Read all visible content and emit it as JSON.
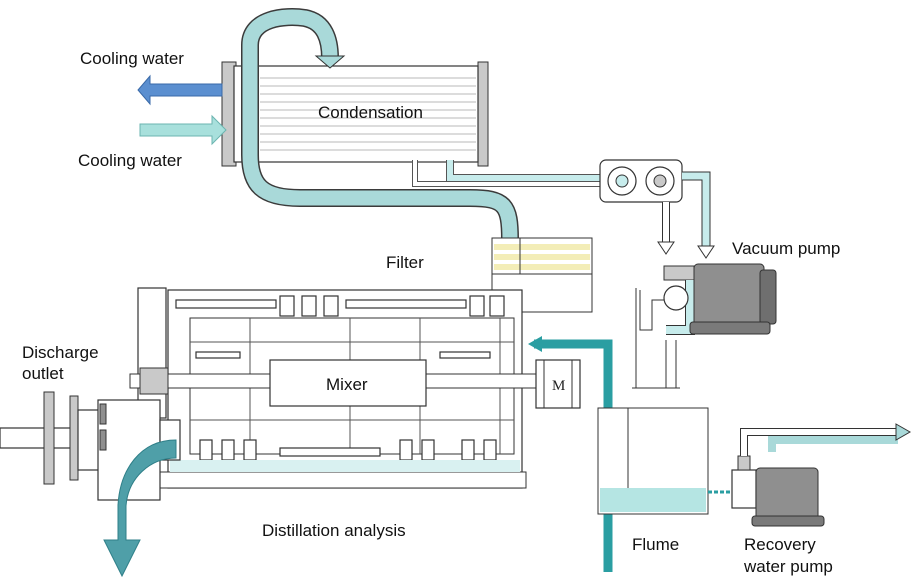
{
  "labels": {
    "cooling_water_out": "Cooling water",
    "cooling_water_in": "Cooling water",
    "condensation": "Condensation",
    "filter": "Filter",
    "vacuum_pump": "Vacuum pump",
    "discharge_outlet_line1": "Discharge",
    "discharge_outlet_line2": "outlet",
    "mixer": "Mixer",
    "motor": "M",
    "distillation_analysis": "Distillation analysis",
    "flume": "Flume",
    "recovery_pump_line1": "Recovery",
    "recovery_pump_line2": "water pump"
  },
  "colors": {
    "cooling_out_arrow": "#5b8fd0",
    "cooling_in_arrow": "#a8e0dc",
    "vapor_pipe": "#a9d9d9",
    "teal_pipe": "#2a9ea2",
    "discharge_arrow": "#4f9fa8",
    "equipment_outline": "#333333",
    "motor_body": "#8f8f8f",
    "filter_band": "#f3edb7"
  }
}
